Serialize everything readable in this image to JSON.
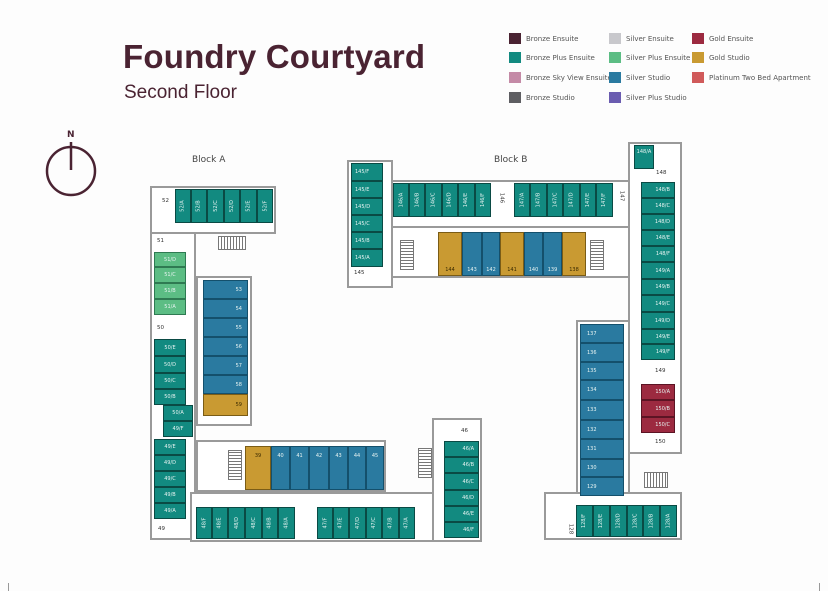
{
  "header": {
    "title": "Foundry Courtyard",
    "subtitle": "Second Floor"
  },
  "compass": {
    "label": "N"
  },
  "legend": [
    {
      "label": "Bronze Ensuite",
      "color": "#4a2332"
    },
    {
      "label": "Bronze Plus Ensuite",
      "color": "#128a80"
    },
    {
      "label": "Bronze Sky View Ensuite",
      "color": "#c48aa6"
    },
    {
      "label": "Bronze Studio",
      "color": "#5e5e62"
    },
    {
      "label": "Silver Ensuite",
      "color": "#c8c8cc"
    },
    {
      "label": "Silver Plus Ensuite",
      "color": "#5cbd84"
    },
    {
      "label": "Silver Studio",
      "color": "#2a7aa0"
    },
    {
      "label": "Silver Plus Studio",
      "color": "#6a5cb0"
    },
    {
      "label": "Gold Ensuite",
      "color": "#9c2a40"
    },
    {
      "label": "Gold Studio",
      "color": "#c99a32"
    },
    {
      "label": "Platinum Two Bed Apartment",
      "color": "#d05a5a"
    }
  ],
  "blocks": {
    "a": {
      "label": "Block A"
    },
    "b": {
      "label": "Block B"
    }
  },
  "rooms": {
    "r52": [
      "52/A",
      "52/B",
      "52/C",
      "52/D",
      "52/E",
      "52/F"
    ],
    "r51": [
      "51/D",
      "51/C",
      "51/B",
      "51/A"
    ],
    "r50": [
      "50/E",
      "50/D",
      "50/C",
      "50/B"
    ],
    "r50a": "50/A",
    "r49f": "49/F",
    "r49": [
      "49/E",
      "49/D",
      "49/C",
      "49/B",
      "49/A"
    ],
    "ss_col": [
      "53",
      "54",
      "55",
      "56",
      "57",
      "58"
    ],
    "g59": "59",
    "g39": "39",
    "ss_row": [
      "40",
      "41",
      "42",
      "43",
      "44",
      "45"
    ],
    "r48": [
      "48/F",
      "48/E",
      "48/D",
      "48/C",
      "48/B",
      "48/A"
    ],
    "r47": [
      "47/F",
      "47/E",
      "47/D",
      "47/C",
      "47/B",
      "47/A"
    ],
    "r46": [
      "46/A",
      "46/B",
      "46/C",
      "46/D",
      "46/E",
      "46/F"
    ],
    "r145": [
      "145/F",
      "145/E",
      "145/D",
      "145/C",
      "145/B",
      "145/A"
    ],
    "r146": [
      "146/A",
      "146/B",
      "146/C",
      "146/D",
      "146/E",
      "146/F"
    ],
    "r147": [
      "147/A",
      "147/B",
      "147/C",
      "147/D",
      "147/E",
      "147/F"
    ],
    "b_row": [
      {
        "num": "144",
        "type": "gs"
      },
      {
        "num": "143",
        "type": "ss"
      },
      {
        "num": "142",
        "type": "ss"
      },
      {
        "num": "141",
        "type": "gs"
      },
      {
        "num": "140",
        "type": "ss"
      },
      {
        "num": "139",
        "type": "ss"
      },
      {
        "num": "138",
        "type": "gs"
      }
    ],
    "r148a": "148/A",
    "r148": [
      "148/B",
      "148/C",
      "148/D",
      "148/E",
      "148/F"
    ],
    "r149": [
      "149/A",
      "149/B",
      "149/C",
      "149/D",
      "149/E",
      "149/F"
    ],
    "r150": [
      "150/A",
      "150/B",
      "150/C"
    ],
    "ss_b": [
      "137",
      "136",
      "135",
      "134",
      "133",
      "132",
      "131",
      "130",
      "129"
    ],
    "r128": [
      "128/F",
      "128/E",
      "128/D",
      "128/C",
      "128/B",
      "128/A"
    ]
  },
  "labels": {
    "l52": "52",
    "l51": "51",
    "l50": "50",
    "l49": "49",
    "l46": "46",
    "l145": "145",
    "l146": "146",
    "l147": "147",
    "l148": "148",
    "l149": "149",
    "l150": "150",
    "l128": "128"
  }
}
